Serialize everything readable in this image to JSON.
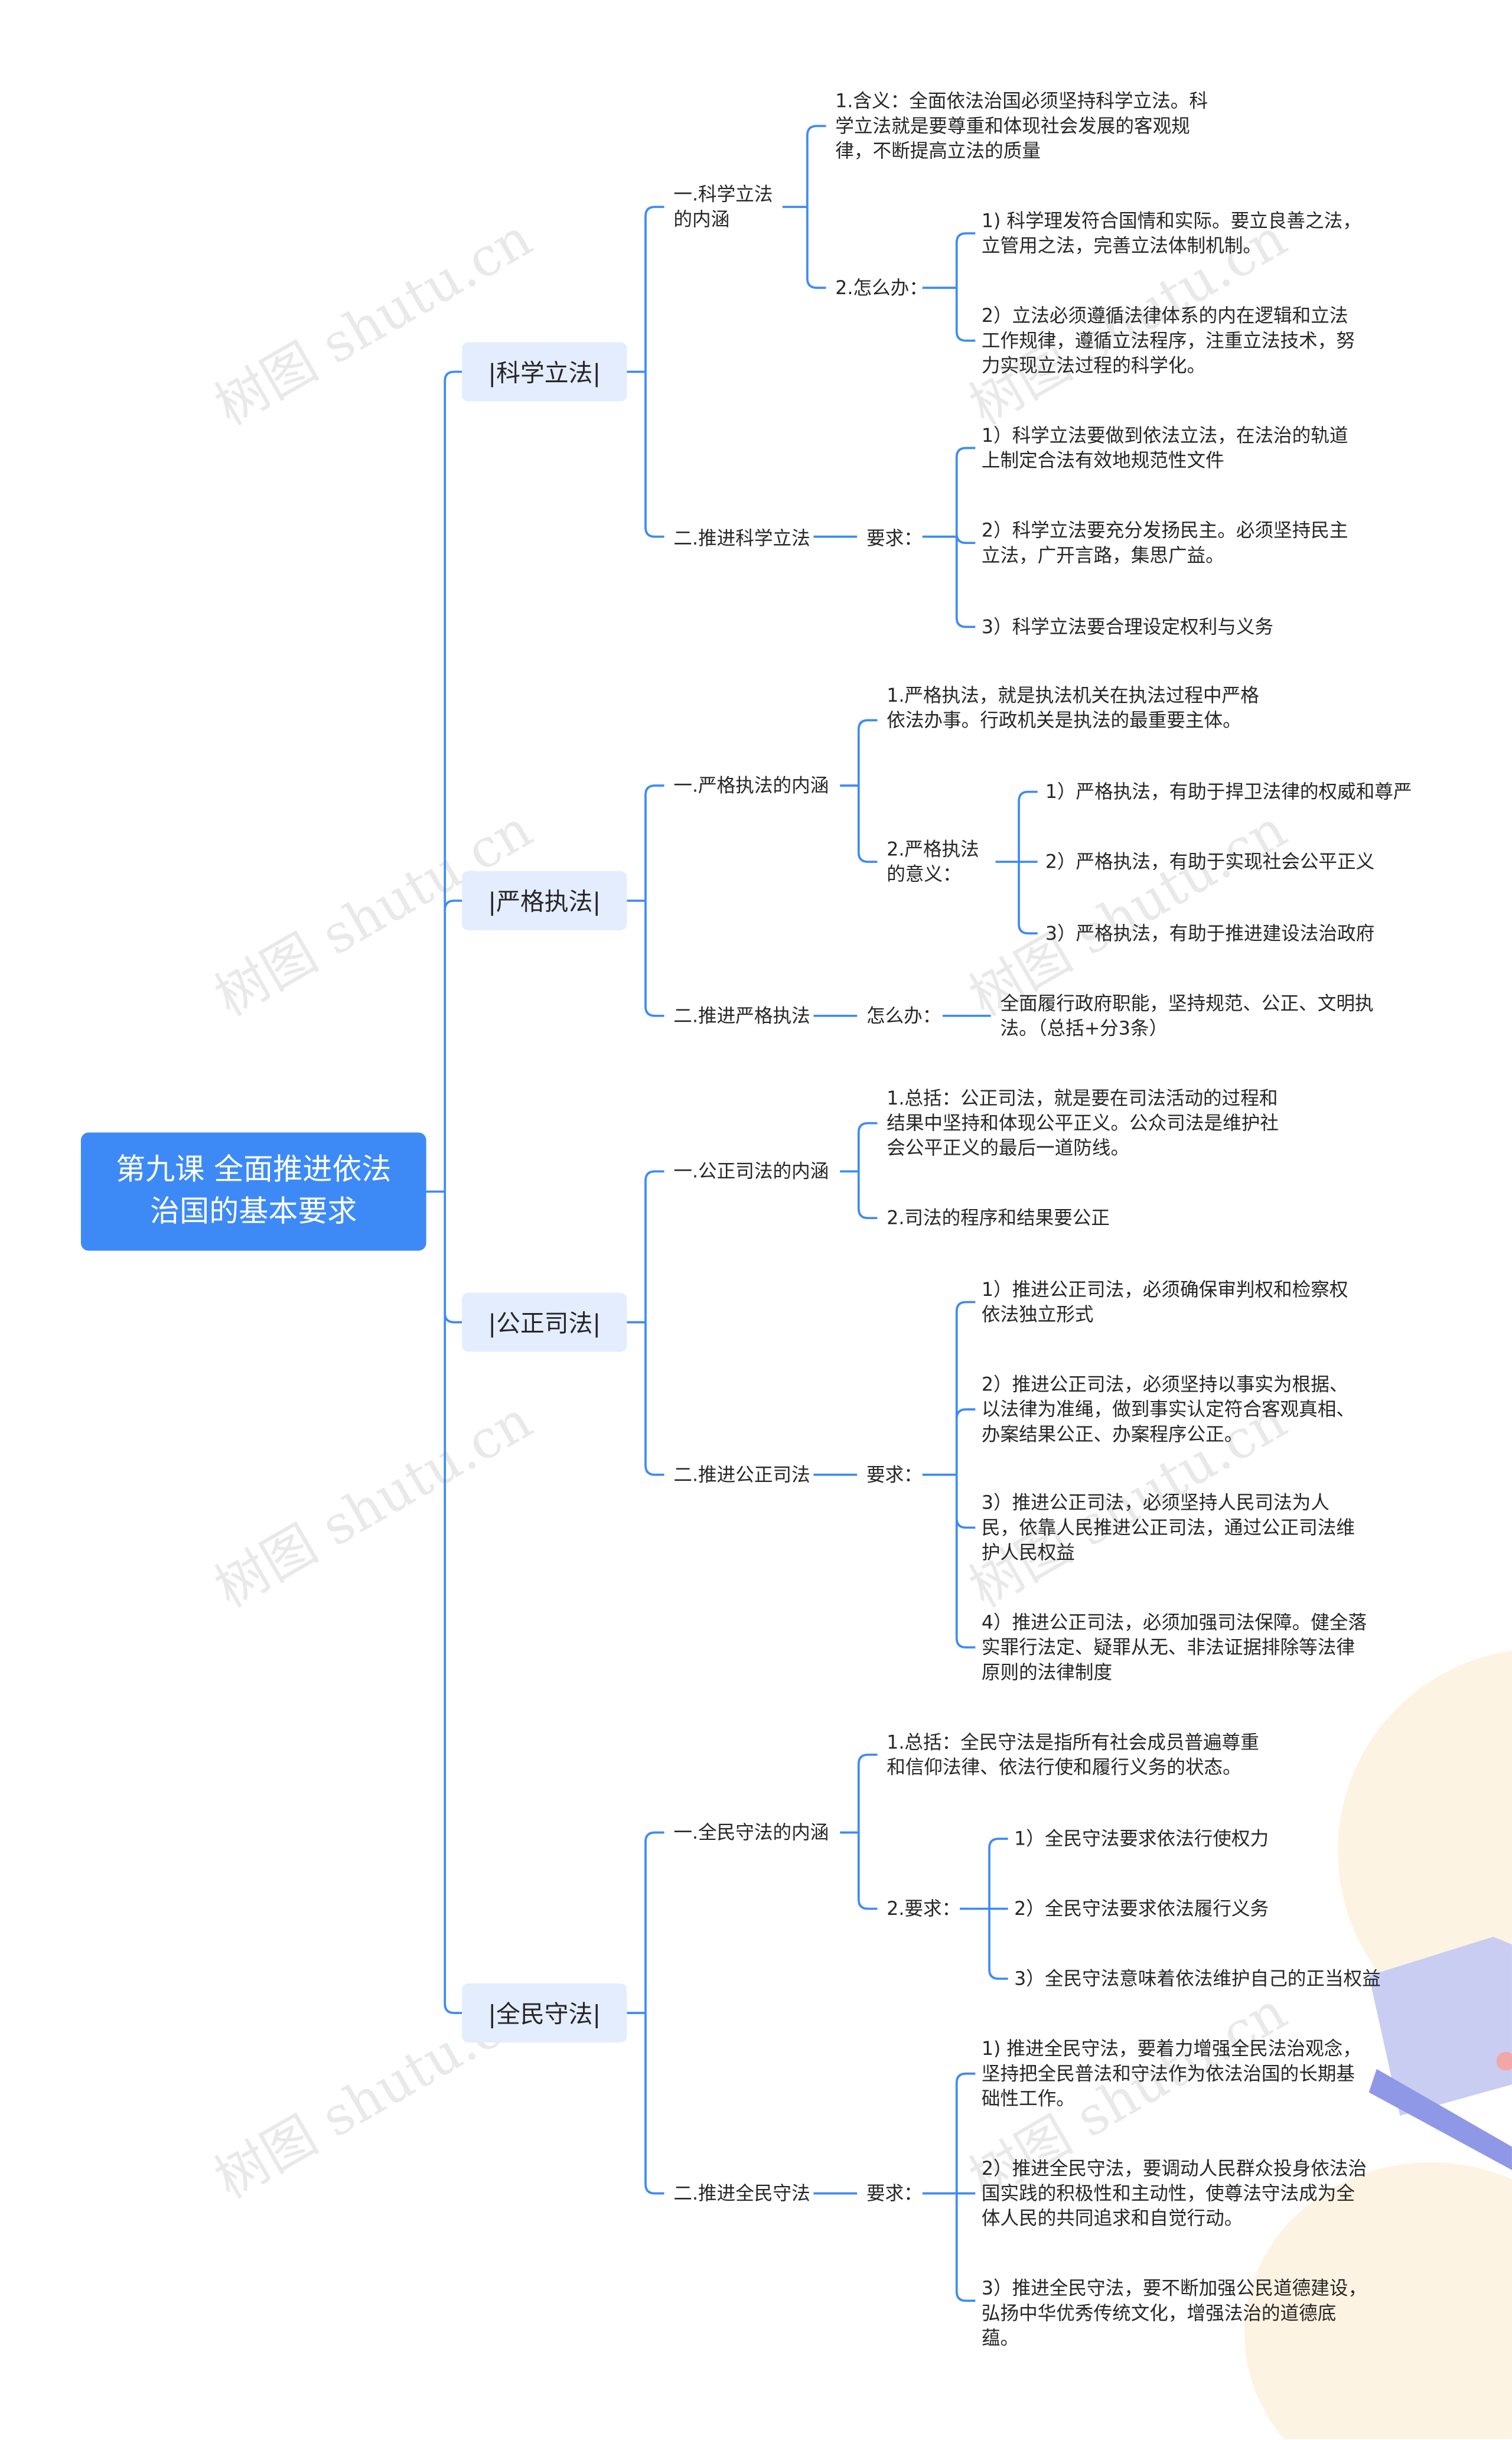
{
  "root": "第九课 全面推进依法治国的基本要求",
  "watermark": "树图 shutu.cn",
  "colors": {
    "root_bg": "#3d8af7",
    "branch_bg": "#e4edfd",
    "line": "#3d8af7"
  },
  "branches": [
    {
      "label": "|科学立法|",
      "items": [
        {
          "label": "一.科学立法的内涵",
          "children": [
            {
              "label": "1.含义：全面依法治国必须坚持科学立法。科学立法就是要尊重和体现社会发展的客观规律，不断提高立法的质量"
            },
            {
              "label": "2.怎么办：",
              "children": [
                {
                  "label": "1) 科学理发符合国情和实际。要立良善之法，立管用之法，完善立法体制机制。"
                },
                {
                  "label": "2）立法必须遵循法律体系的内在逻辑和立法工作规律，遵循立法程序，注重立法技术，努力实现立法过程的科学化。"
                }
              ]
            }
          ]
        },
        {
          "label": "二.推进科学立法",
          "children": [
            {
              "label": "要求：",
              "children": [
                {
                  "label": "1）科学立法要做到依法立法，在法治的轨道上制定合法有效地规范性文件"
                },
                {
                  "label": "2）科学立法要充分发扬民主。必须坚持民主立法，广开言路，集思广益。"
                },
                {
                  "label": "3）科学立法要合理设定权利与义务"
                }
              ]
            }
          ]
        }
      ]
    },
    {
      "label": "|严格执法|",
      "items": [
        {
          "label": "一.严格执法的内涵",
          "children": [
            {
              "label": "1.严格执法，就是执法机关在执法过程中严格依法办事。行政机关是执法的最重要主体。"
            },
            {
              "label": "2.严格执法的意义：",
              "children": [
                {
                  "label": "1）严格执法，有助于捍卫法律的权威和尊严"
                },
                {
                  "label": "2）严格执法，有助于实现社会公平正义"
                },
                {
                  "label": "3）严格执法，有助于推进建设法治政府"
                }
              ]
            }
          ]
        },
        {
          "label": "二.推进严格执法",
          "children": [
            {
              "label": "怎么办：",
              "children": [
                {
                  "label": "全面履行政府职能，坚持规范、公正、文明执法。（总括+分3条）"
                }
              ]
            }
          ]
        }
      ]
    },
    {
      "label": "|公正司法|",
      "items": [
        {
          "label": "一.公正司法的内涵",
          "children": [
            {
              "label": "1.总括：公正司法，就是要在司法活动的过程和结果中坚持和体现公平正义。公众司法是维护社会公平正义的最后一道防线。"
            },
            {
              "label": "2.司法的程序和结果要公正"
            }
          ]
        },
        {
          "label": "二.推进公正司法",
          "children": [
            {
              "label": "要求：",
              "children": [
                {
                  "label": "1）推进公正司法，必须确保审判权和检察权依法独立形式"
                },
                {
                  "label": "2）推进公正司法，必须坚持以事实为根据、以法律为准绳，做到事实认定符合客观真相、办案结果公正、办案程序公正。"
                },
                {
                  "label": "3）推进公正司法，必须坚持人民司法为人民，依靠人民推进公正司法，通过公正司法维护人民权益"
                },
                {
                  "label": "4）推进公正司法，必须加强司法保障。健全落实罪行法定、疑罪从无、非法证据排除等法律原则的法律制度"
                }
              ]
            }
          ]
        }
      ]
    },
    {
      "label": "|全民守法|",
      "items": [
        {
          "label": "一.全民守法的内涵",
          "children": [
            {
              "label": "1.总括：全民守法是指所有社会成员普遍尊重和信仰法律、依法行使和履行义务的状态。"
            },
            {
              "label": "2.要求：",
              "children": [
                {
                  "label": "1）全民守法要求依法行使权力"
                },
                {
                  "label": "2）全民守法要求依法履行义务"
                },
                {
                  "label": "3）全民守法意味着依法维护自己的正当权益"
                }
              ]
            }
          ]
        },
        {
          "label": "二.推进全民守法",
          "children": [
            {
              "label": "要求：",
              "children": [
                {
                  "label": "1) 推进全民守法，要着力增强全民法治观念，坚持把全民普法和守法作为依法治国的长期基础性工作。"
                },
                {
                  "label": "2）推进全民守法，要调动人民群众投身依法治国实践的积极性和主动性，使尊法守法成为全体人民的共同追求和自觉行动。"
                },
                {
                  "label": "3）推进全民守法，要不断加强公民道德建设，弘扬中华优秀传统文化，增强法治的道德底蕴。"
                }
              ]
            }
          ]
        }
      ]
    }
  ]
}
